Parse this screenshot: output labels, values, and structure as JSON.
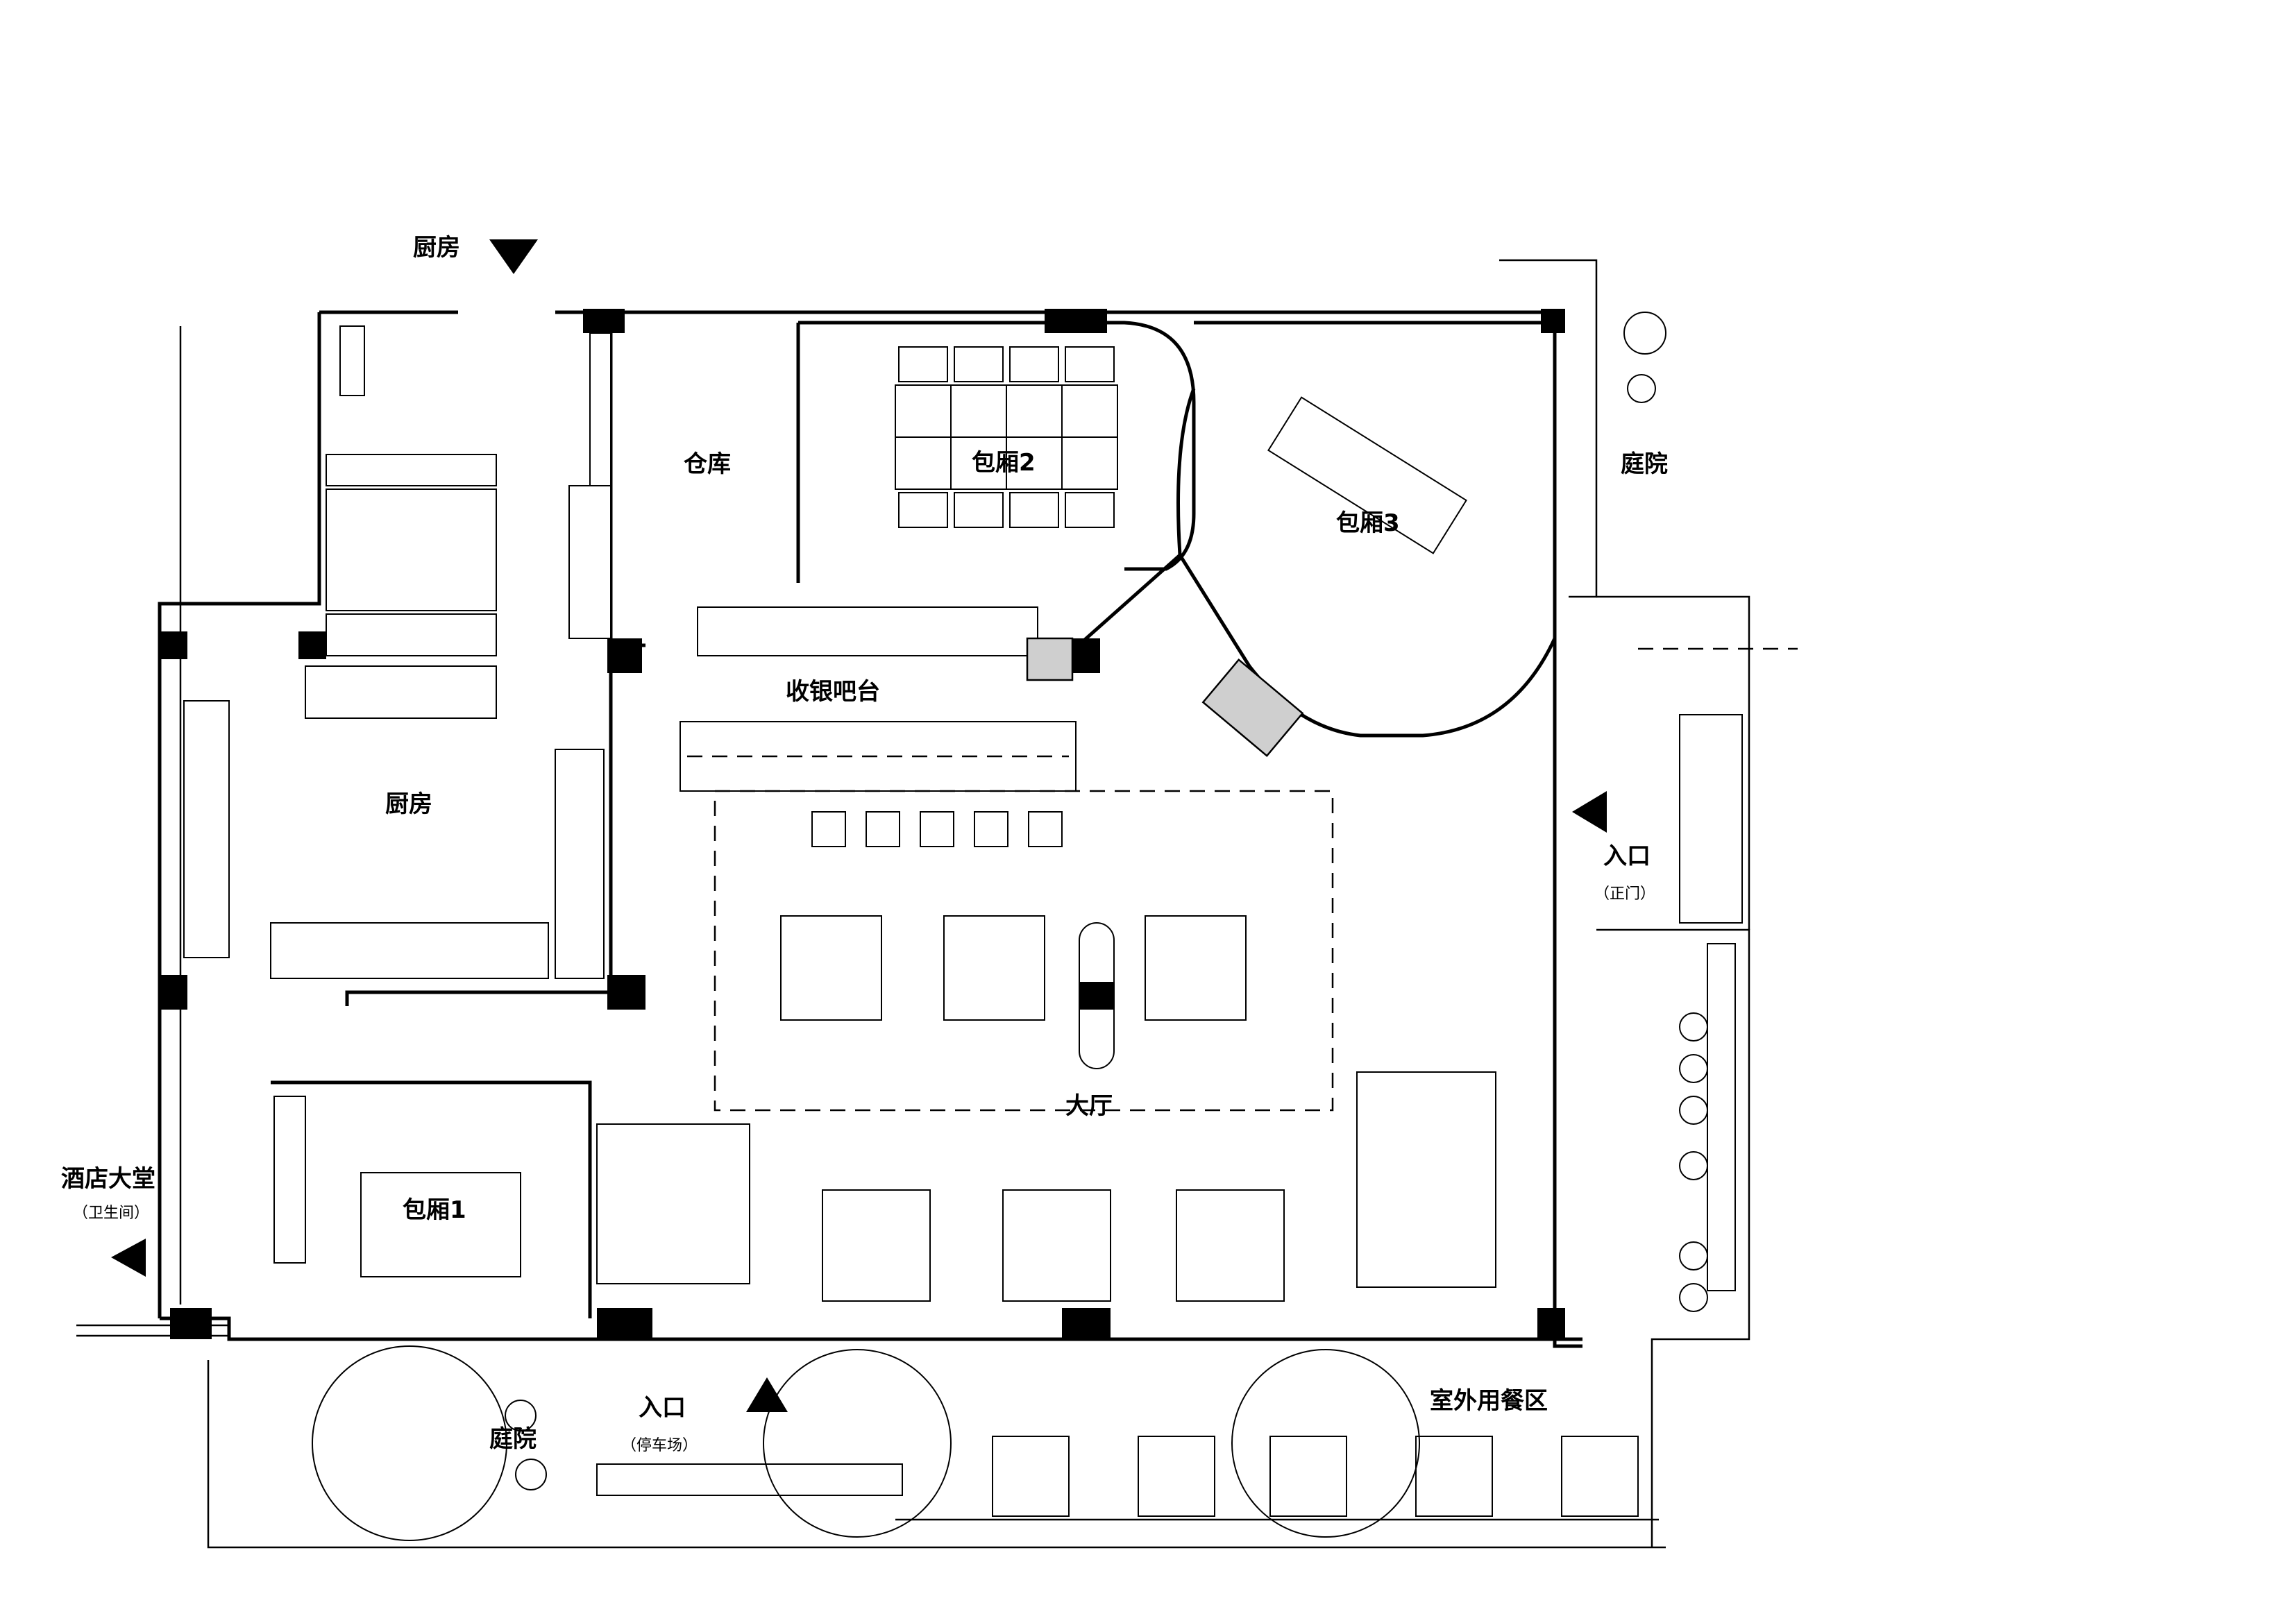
{
  "rooms": {
    "kitchen_top": "厨房",
    "storage": "仓库",
    "private_room_2": "包厢2",
    "private_room_3": "包厢3",
    "courtyard_right": "庭院",
    "cashier_bar": "收银吧台",
    "kitchen": "厨房",
    "main_entrance": "入口",
    "main_entrance_note": "（正门）",
    "hall": "大厅",
    "hotel_lobby": "酒店大堂",
    "hotel_lobby_note": "（卫生间）",
    "private_room_1": "包厢1",
    "courtyard_bottom": "庭院",
    "parking_entrance": "入口",
    "parking_entrance_note": "（停车场）",
    "outdoor_dining": "室外用餐区"
  }
}
